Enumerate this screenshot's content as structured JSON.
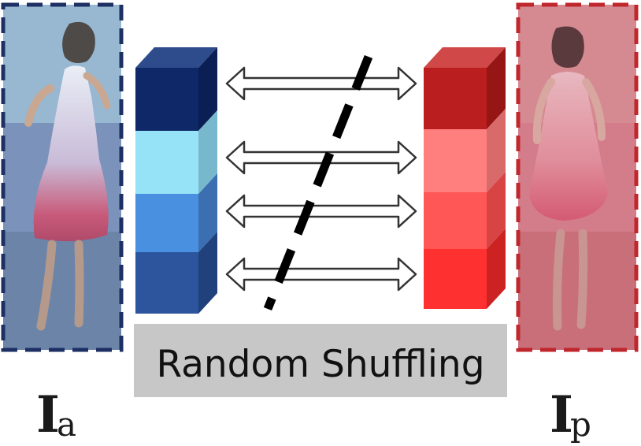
{
  "banner": {
    "text": "Random Shuffling"
  },
  "labels": {
    "anchor": {
      "main": "I",
      "sub": "a"
    },
    "positive": {
      "main": "I",
      "sub": "p"
    }
  },
  "figures": {
    "anchor": {
      "description": "anchor-person-image",
      "tint": "#8fb0c8",
      "border": "#1d2f63"
    },
    "positive": {
      "description": "positive-person-image",
      "tint": "#d8868e",
      "border": "#c0272d"
    }
  },
  "colors": {
    "left_stack": [
      "#0f2868",
      "#96e3f8",
      "#4a90e0",
      "#2c559e"
    ],
    "right_stack": [
      "#bb1e1e",
      "#ff7f7f",
      "#ff5656",
      "#ff3030"
    ],
    "arrow_stroke": "#333333",
    "slash": "#000000",
    "banner_bg": "#c7c7c7"
  }
}
